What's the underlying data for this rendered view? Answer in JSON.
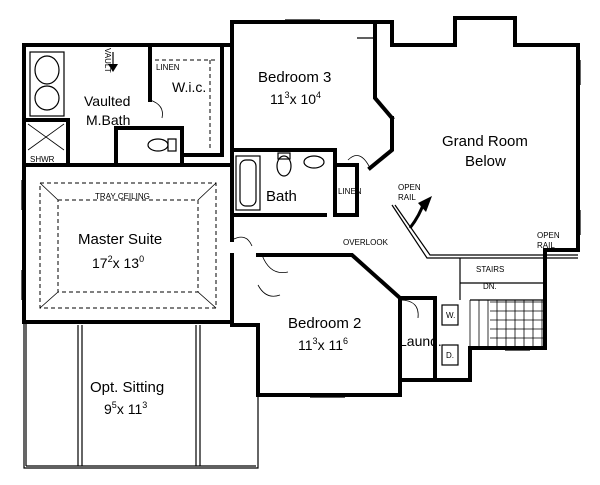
{
  "rooms": {
    "bedroom3": {
      "name": "Bedroom 3",
      "w": "11",
      "w_sup": "3",
      "d": "10",
      "d_sup": "4"
    },
    "bedroom2": {
      "name": "Bedroom 2",
      "w": "11",
      "w_sup": "3",
      "d": "11",
      "d_sup": "6"
    },
    "master": {
      "name": "Master Suite",
      "w": "17",
      "w_sup": "2",
      "d": "13",
      "d_sup": "0"
    },
    "sitting": {
      "name": "Opt. Sitting",
      "w": "9",
      "w_sup": "5",
      "d": "11",
      "d_sup": "3"
    },
    "grand": {
      "line1": "Grand Room",
      "line2": "Below"
    },
    "bath": {
      "name": "Bath"
    },
    "mbath": {
      "line1": "Vaulted",
      "line2": "M.Bath"
    },
    "wic": {
      "name": "W.i.c."
    },
    "laund": {
      "name": "Laund."
    }
  },
  "labels": {
    "linen_top": "LINEN",
    "linen_mid": "LINEN",
    "vault": "VAULT",
    "shwr": "SHWR",
    "tray": "TRAY CEILING",
    "overlook": "OVERLOOK",
    "open_rail_1a": "OPEN",
    "open_rail_1b": "RAIL",
    "open_rail_2a": "OPEN",
    "open_rail_2b": "RAIL",
    "stairs": "STAIRS",
    "dn": "DN.",
    "w": "W.",
    "d": "D."
  }
}
